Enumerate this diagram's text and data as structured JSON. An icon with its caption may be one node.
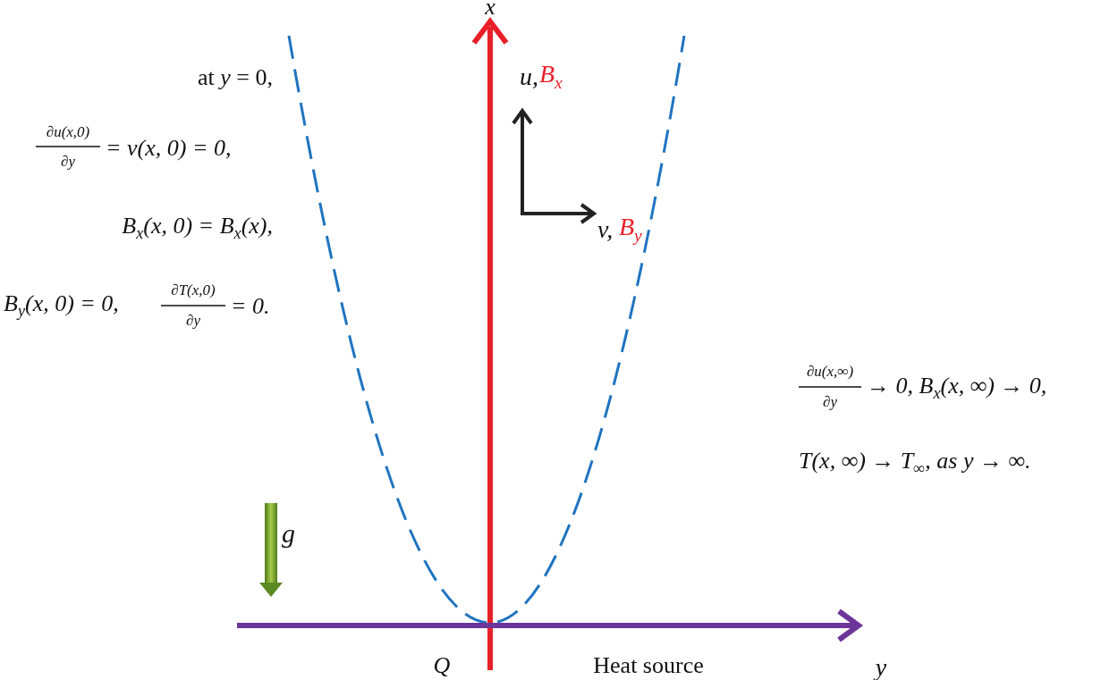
{
  "diagram": {
    "labels": [
      "x",
      "at *y* = 0,",
      "u,",
      "B$_{x}$",
      "∂u(x,0)",
      "∂y",
      "= v(x, 0) = 0,",
      "B$_{x}$(x, 0) = B$_{x}$(x),",
      "v,",
      "B$_{y}$",
      "B$_{y}$(x, 0) = 0,",
      "∂T(x,0)",
      "∂y",
      "= 0.",
      "∂u(x,∞)",
      "∂y",
      "→ 0,  B$_{x}$(x, ∞) → 0,",
      "T(x, ∞) → T$_{∞}$, as y → ∞.",
      "g",
      "Q",
      "Heat source",
      "y"
    ]
  }
}
